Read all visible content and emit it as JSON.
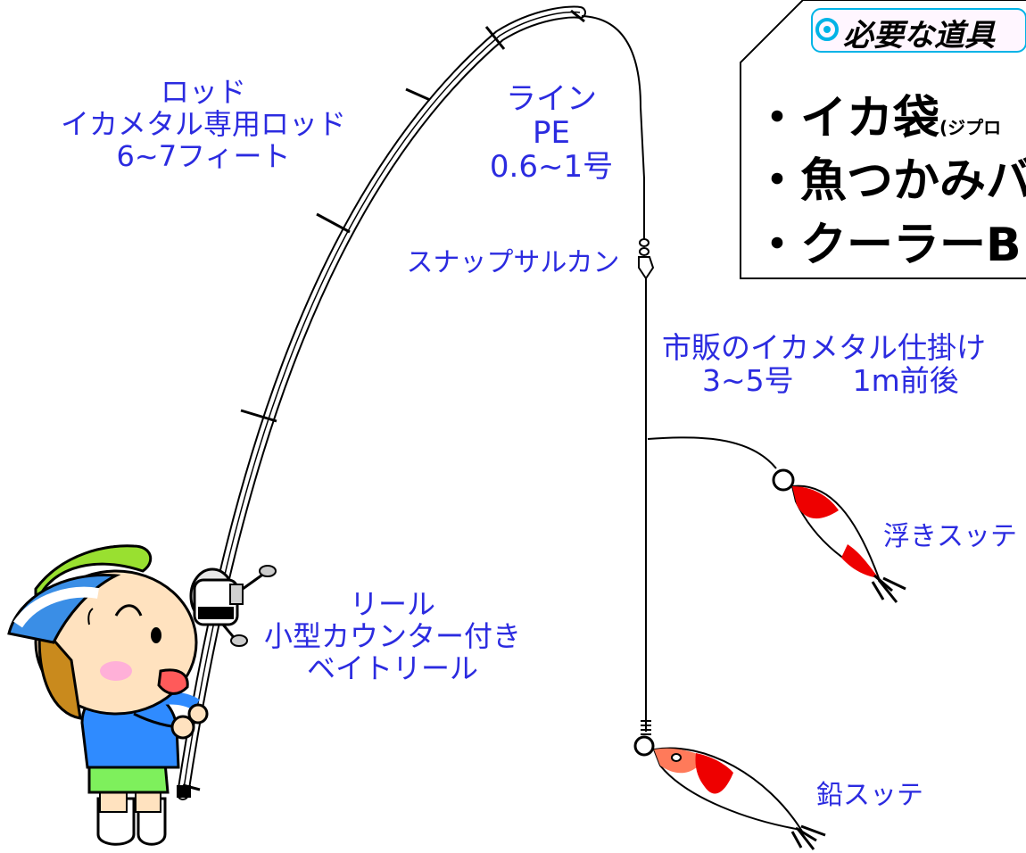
{
  "labels": {
    "rod": [
      "ロッド",
      "イカメタル専用ロッド",
      "6~7フィート"
    ],
    "line": [
      "ライン",
      "PE",
      "0.6~1号"
    ],
    "snap": "スナップサルカン",
    "rig": [
      "市販のイカメタル仕掛け",
      "3~5号　　1m前後"
    ],
    "float_sutte": "浮きスッテ",
    "lead_sutte": "鉛スッテ",
    "reel": [
      "リール",
      "小型カウンター付き",
      "ベイトリール"
    ]
  },
  "tools_box": {
    "title": "必要な道具",
    "items": [
      "・イカ袋",
      "・魚つかみバ",
      "・クーラーB"
    ],
    "item1_note": "(ジプロ"
  },
  "colors": {
    "label_blue": "#2b2be0",
    "title_cyan": "#00b3e6",
    "sutte_red": "#ee0000",
    "hat_green": "#99e030",
    "hat_blue": "#3a8ee6",
    "skin": "#ffe2bf",
    "hair": "#c98a1d",
    "shirt_blue": "#2f8bff",
    "shorts_green": "#7ef05c"
  }
}
